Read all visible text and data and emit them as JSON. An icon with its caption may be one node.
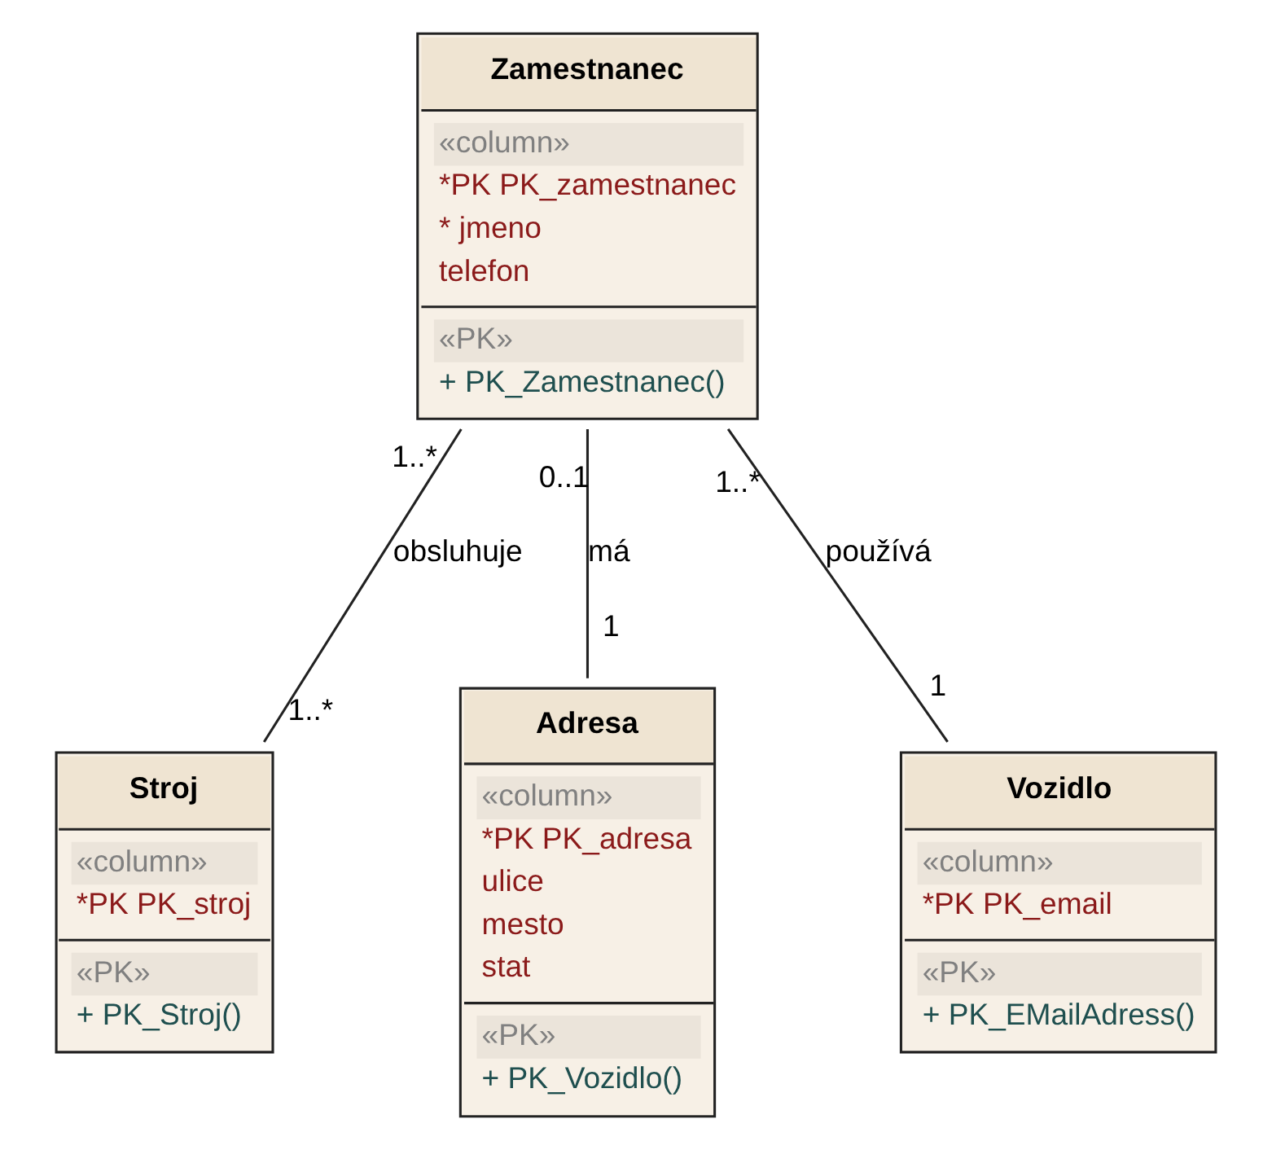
{
  "diagram": {
    "nodes": [
      {
        "text": [
          "Zamestnanec",
          "«column»",
          "*PK PK_zamestnanec",
          "* jmeno",
          "telefon",
          "«PK»",
          "+ PK_Zamestnanec()"
        ]
      },
      {
        "text": [
          "Stroj",
          "«column»",
          "*PK PK_stroj",
          "«PK»",
          "+ PK_Stroj()"
        ]
      },
      {
        "text": [
          "Adresa",
          "«column»",
          "*PK PK_adresa",
          "ulice",
          "mesto",
          "stat",
          "«PK»",
          "+ PK_Vozidlo()"
        ]
      },
      {
        "text": [
          "Vozidlo",
          "«column»",
          "*PK PK_email",
          "«PK»",
          "+ PK_EMailAdress()"
        ]
      }
    ],
    "edges": [
      {
        "from": 0,
        "to": 1,
        "arrow": "none",
        "label": "obsluhuje"
      },
      {
        "from": 0,
        "to": 2,
        "arrow": "none",
        "label": "má"
      },
      {
        "from": 0,
        "to": 3,
        "arrow": "none",
        "label": "používá"
      }
    ],
    "labels": [
      "1..*",
      "0..1",
      "1..*",
      "1..*",
      "1",
      "1"
    ]
  }
}
